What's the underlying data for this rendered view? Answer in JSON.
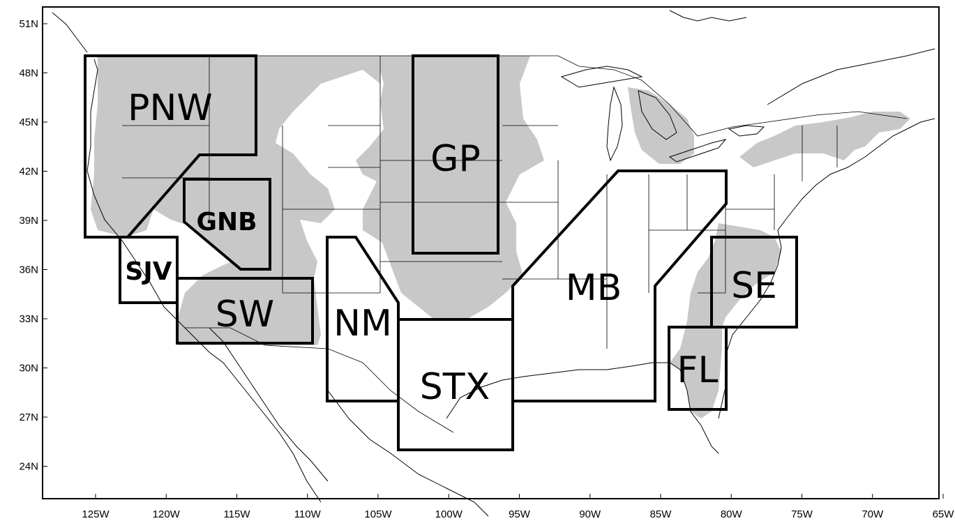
{
  "axes": {
    "lon_labels": [
      "125W",
      "120W",
      "115W",
      "110W",
      "105W",
      "100W",
      "95W",
      "90W",
      "85W",
      "80W",
      "75W",
      "70W",
      "65W"
    ],
    "lat_labels": [
      "51N",
      "48N",
      "45N",
      "42N",
      "39N",
      "36N",
      "33N",
      "30N",
      "27N",
      "24N"
    ]
  },
  "colors": {
    "shading": "#c8c8c8",
    "lines": "#000000",
    "background": "#ffffff"
  },
  "regions": [
    {
      "id": "pnw",
      "label": "PNW"
    },
    {
      "id": "gp",
      "label": "GP"
    },
    {
      "id": "gnb",
      "label": "GNB"
    },
    {
      "id": "sjv",
      "label": "SJV"
    },
    {
      "id": "sw",
      "label": "SW"
    },
    {
      "id": "nm",
      "label": "NM"
    },
    {
      "id": "stx",
      "label": "STX"
    },
    {
      "id": "mb",
      "label": "MB"
    },
    {
      "id": "se",
      "label": "SE"
    },
    {
      "id": "fl",
      "label": "FL"
    }
  ]
}
